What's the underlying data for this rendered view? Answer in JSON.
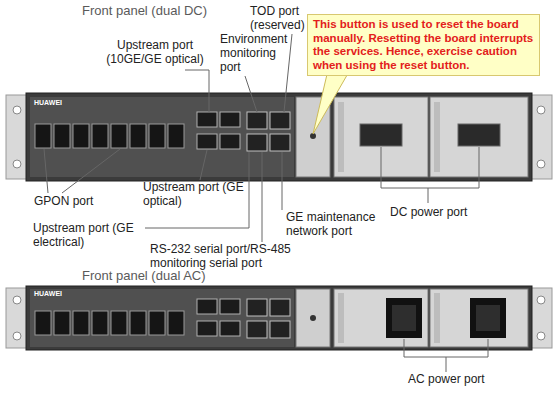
{
  "diagram": {
    "nodes": [
      {
        "text": [
          "This button is used to reset the board manually. Resetting the board interrupts the services. Hence, exercise caution when using the reset button."
        ]
      }
    ],
    "labels": [
      "Front panel (dual DC)",
      "Upstream port (10GE/GE optical)",
      "Environment monitoring port",
      "TOD port (reserved)",
      "HUAWEI",
      "GPON port",
      "Upstream port (GE optical)",
      "Upstream port (GE electrical)",
      "GE maintenance network port",
      "RS-232 serial port/RS-485 monitoring serial port",
      "DC power port",
      "Front panel (dual AC)",
      "HUAWEI",
      "AC power port"
    ]
  }
}
